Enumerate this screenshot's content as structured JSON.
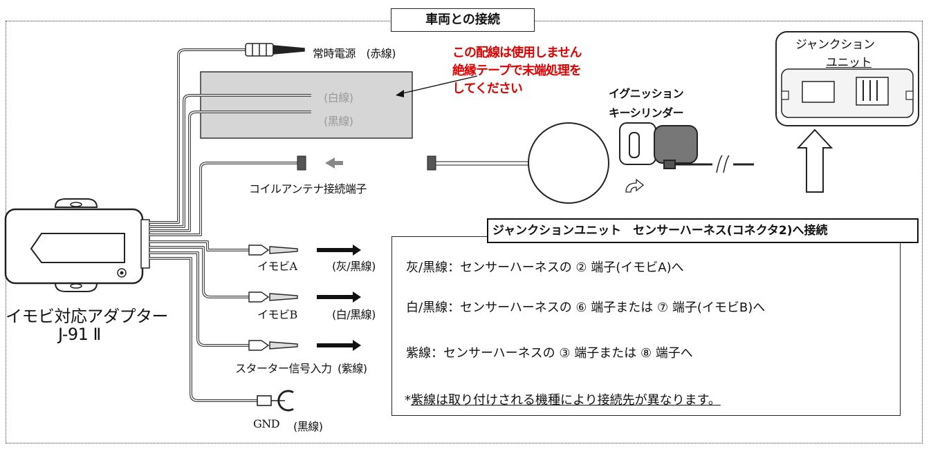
{
  "title": "車両との接続",
  "adapter": {
    "name_line1": "イモビ対応アダプター",
    "name_line2": "J-91 Ⅱ"
  },
  "wires": {
    "constant_power": "常時電源　(赤線)",
    "white": "(白線)",
    "black": "(黒線)",
    "coil_terminal": "コイルアンテナ接続端子",
    "imobi_a": "イモビA",
    "imobi_a_color": "(灰/黒線)",
    "imobi_b": "イモビB",
    "imobi_b_color": "(白/黒線)",
    "starter": "スターター信号入力",
    "starter_color": "(紫線)",
    "gnd": "GND",
    "gnd_color": "(黒線)"
  },
  "unused_note": [
    "この配線は使用しません",
    "絶縁テープで末端処理を",
    "してください"
  ],
  "ignition": [
    "イグニッション",
    "キーシリンダー"
  ],
  "junction": [
    "ジャンクション",
    "ユニット"
  ],
  "connection": {
    "header": "ジャンクションユニット　センサーハーネス(コネクタ2)へ接続",
    "lines": [
      "灰/黒線：センサーハーネスの ② 端子(イモビA)へ",
      "白/黒線：センサーハーネスの ⑥ 端子または ⑦ 端子(イモビB)へ",
      "紫線：センサーハーネスの ③ 端子または ⑧ 端子へ"
    ],
    "note_star": "*",
    "note": "紫線は取り付けされる機種により接続先が異なります。"
  },
  "colors": {
    "accent_red": "#e00000",
    "shade": "#d6d6d6"
  }
}
